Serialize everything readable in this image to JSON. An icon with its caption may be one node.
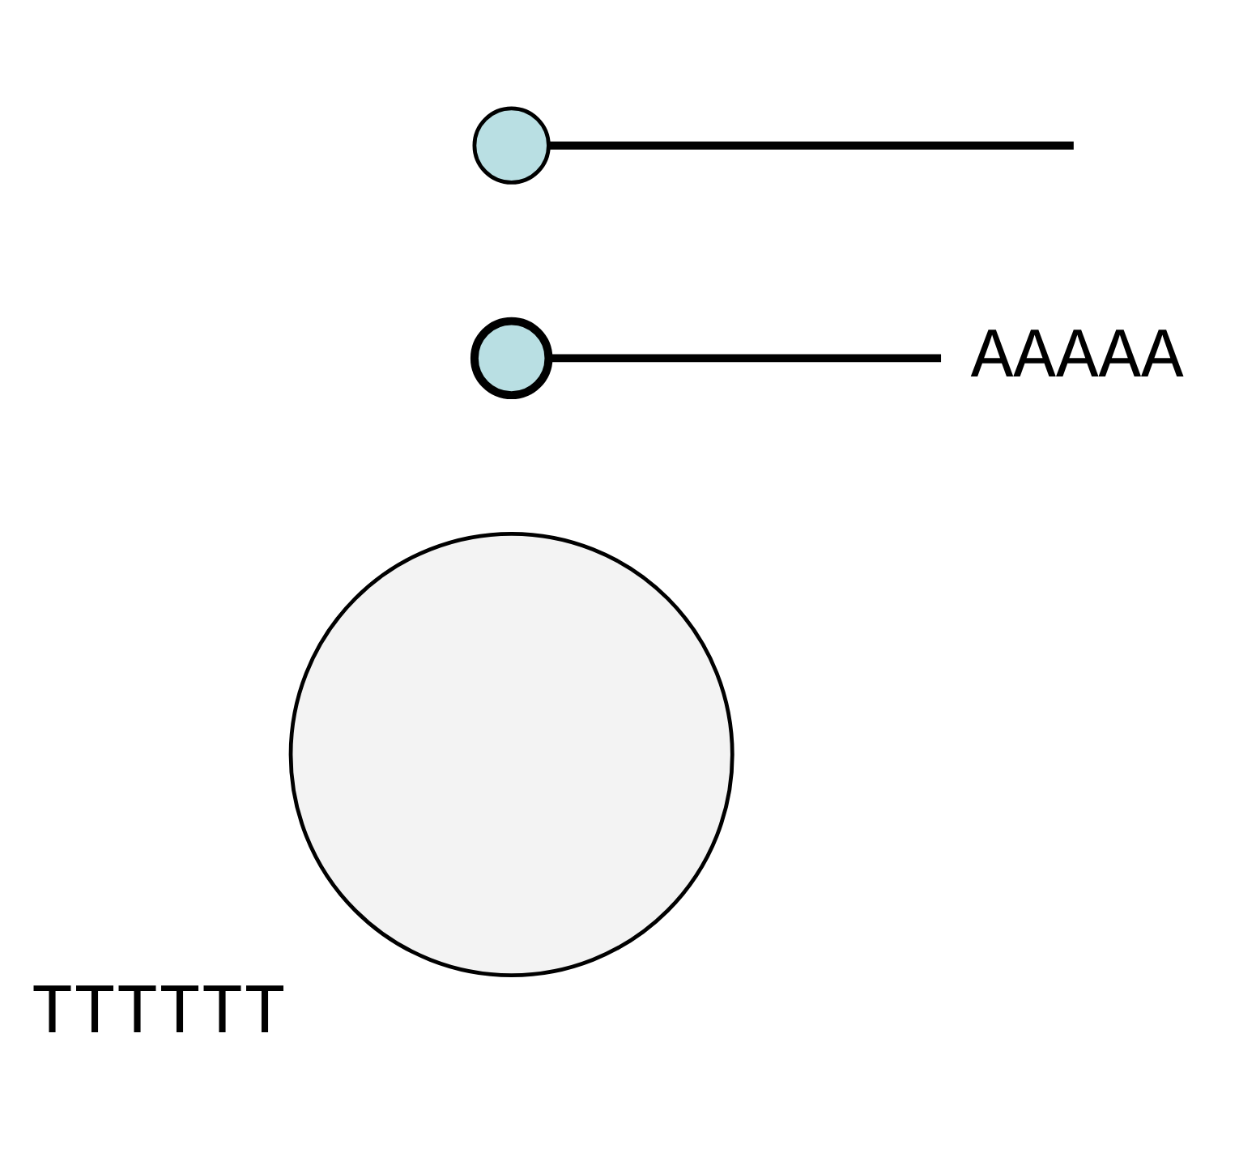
{
  "diagram": {
    "nodes": [
      {
        "text": [],
        "shape": "circle",
        "beside": [
          "TTTTTT"
        ]
      },
      {
        "text": [
          "AAAAA"
        ]
      },
      {
        "text": [],
        "shape": "circle"
      },
      {
        "text": [],
        "shape": "circle"
      }
    ],
    "edges": [
      {
        "from": 3,
        "to": 1,
        "arrow": "none"
      },
      {
        "from": 2,
        "to": null,
        "arrow": "none"
      }
    ]
  }
}
